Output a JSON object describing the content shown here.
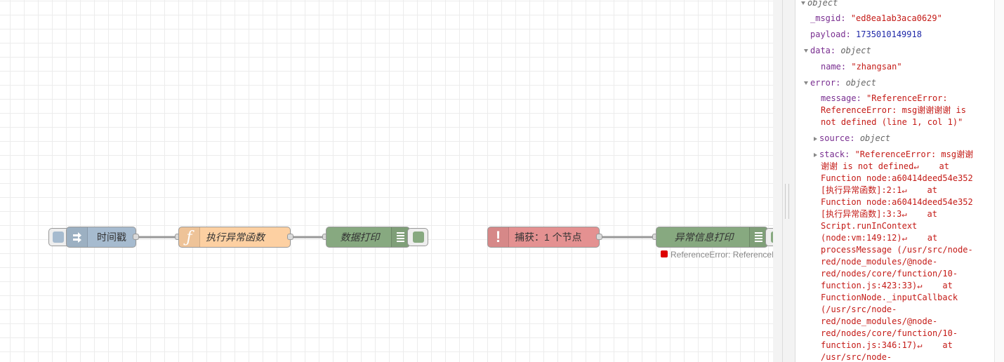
{
  "flows": {
    "flow1": {
      "inject": {
        "label": "时间戳",
        "color": "#a6bbcf"
      },
      "function": {
        "label": "执行异常函数",
        "color": "#fdd0a2"
      },
      "debug": {
        "label": "数据打印",
        "color": "#87a980"
      }
    },
    "flow2": {
      "catch": {
        "label": "捕获：1 个节点",
        "color": "#e49191"
      },
      "debug": {
        "label": "异常信息打印",
        "color": "#87a980"
      },
      "status_text": "ReferenceError: ReferenceError: msg谢谢谢谢 is not defined (line 1, col 1)"
    }
  },
  "debug_panel": {
    "root_type": "object",
    "msgid": {
      "key": "_msgid",
      "value": "\"ed8ea1ab3aca0629\""
    },
    "payload": {
      "key": "payload",
      "value": "1735010149918"
    },
    "data": {
      "key": "data",
      "type": "object",
      "name_key": "name",
      "name_value": "\"zhangsan\""
    },
    "error": {
      "key": "error",
      "type": "object",
      "message_key": "message",
      "message_lines": [
        "\"ReferenceError:",
        "ReferenceError: msg谢谢谢谢 is",
        "not defined (line 1, col 1)\""
      ],
      "source_key": "source",
      "source_type": "object",
      "stack_key": "stack",
      "stack_lines": [
        "\"ReferenceError: msg谢谢",
        "谢谢 is not defined↵    at",
        "Function node:a60414deed54e352",
        "[执行异常函数]:2:1↵    at",
        "Function node:a60414deed54e352",
        "[执行异常函数]:3:3↵    at",
        "Script.runInContext",
        "(node:vm:149:12)↵    at",
        "processMessage (/usr/src/node-",
        "red/node_modules/@node-",
        "red/nodes/core/function/10-",
        "function.js:423:33)↵    at",
        "FunctionNode._inputCallback",
        "(/usr/src/node-",
        "red/node_modules/@node-",
        "red/nodes/core/function/10-",
        "function.js:346:17)↵    at",
        "/usr/src/node-"
      ]
    }
  },
  "icons": {
    "inject": "arrow-in-icon",
    "function": "function-f-icon",
    "debug": "list-icon",
    "catch": "exclamation-icon"
  }
}
